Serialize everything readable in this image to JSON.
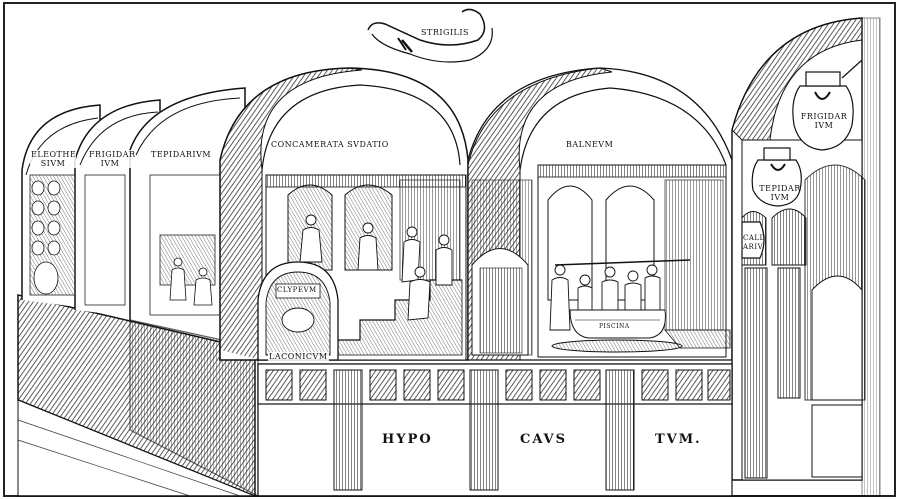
{
  "labels": {
    "strigilis": "STRIGILIS",
    "elaeothesium": "ELEOTHE SIVM",
    "frigidarium_left": "FRIGIDAR IVM",
    "tepidarium_left": "TEPIDARIVM",
    "concamerata": "CONCAMERATA SVDATIO",
    "balneum": "BALNEVM",
    "frigidarium_right": "FRIGIDAR IVM",
    "tepidarium_right": "TEPIDAR IVM",
    "caldarium": "CALD ARIV",
    "clypeum": "CLYPEVM",
    "laconicum": "LACONICVM",
    "tub": "PISCINA",
    "hypo": "HYPO",
    "caus": "CAVS",
    "tum": "TVM."
  },
  "colors": {
    "ink": "#111111",
    "paper": "#ffffff",
    "hatch": "#3a3a3a"
  }
}
